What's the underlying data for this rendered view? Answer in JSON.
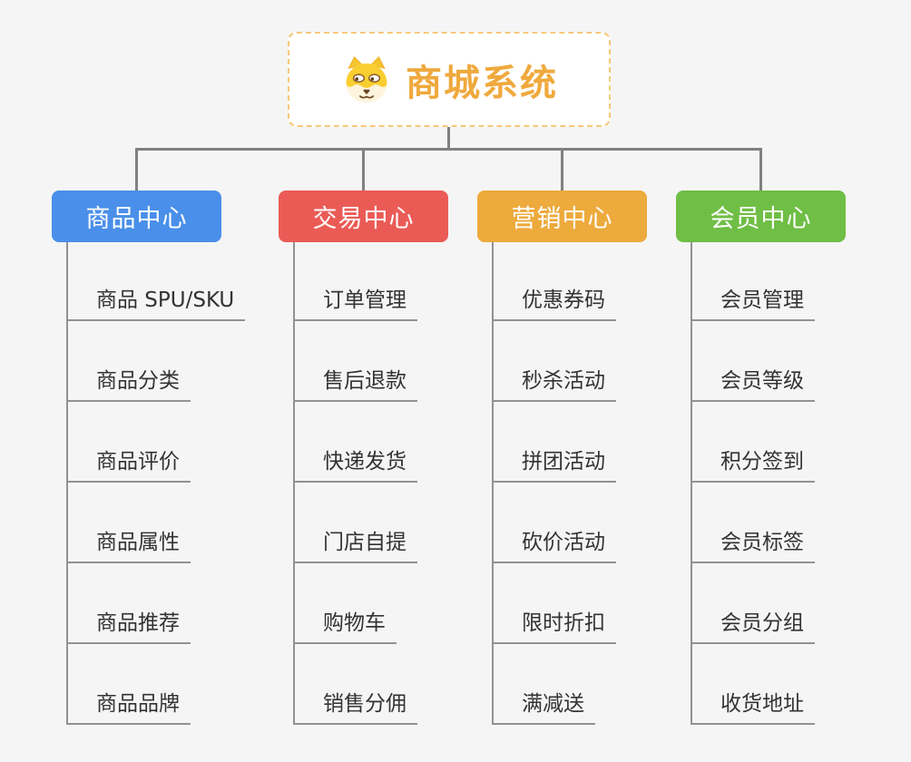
{
  "theme": {
    "background": "#f5f5f5",
    "connector": "#808080",
    "branch_line": "#929292",
    "subtopic_text": "#333333",
    "root_text": "#efa93d",
    "root_border": "#f6c87b"
  },
  "root": {
    "title": "商城系统",
    "icon": "dog-face-icon"
  },
  "branches": [
    {
      "label": "商品中心",
      "color": "#4a8fe9",
      "items": [
        "商品 SPU/SKU",
        "商品分类",
        "商品评价",
        "商品属性",
        "商品推荐",
        "商品品牌"
      ]
    },
    {
      "label": "交易中心",
      "color": "#ea5b56",
      "items": [
        "订单管理",
        "售后退款",
        "快递发货",
        "门店自提",
        "购物车",
        "销售分佣"
      ]
    },
    {
      "label": "营销中心",
      "color": "#edaa3d",
      "items": [
        "优惠券码",
        "秒杀活动",
        "拼团活动",
        "砍价活动",
        "限时折扣",
        "满减送"
      ]
    },
    {
      "label": "会员中心",
      "color": "#6fbe45",
      "items": [
        "会员管理",
        "会员等级",
        "积分签到",
        "会员标签",
        "会员分组",
        "收货地址"
      ]
    }
  ]
}
